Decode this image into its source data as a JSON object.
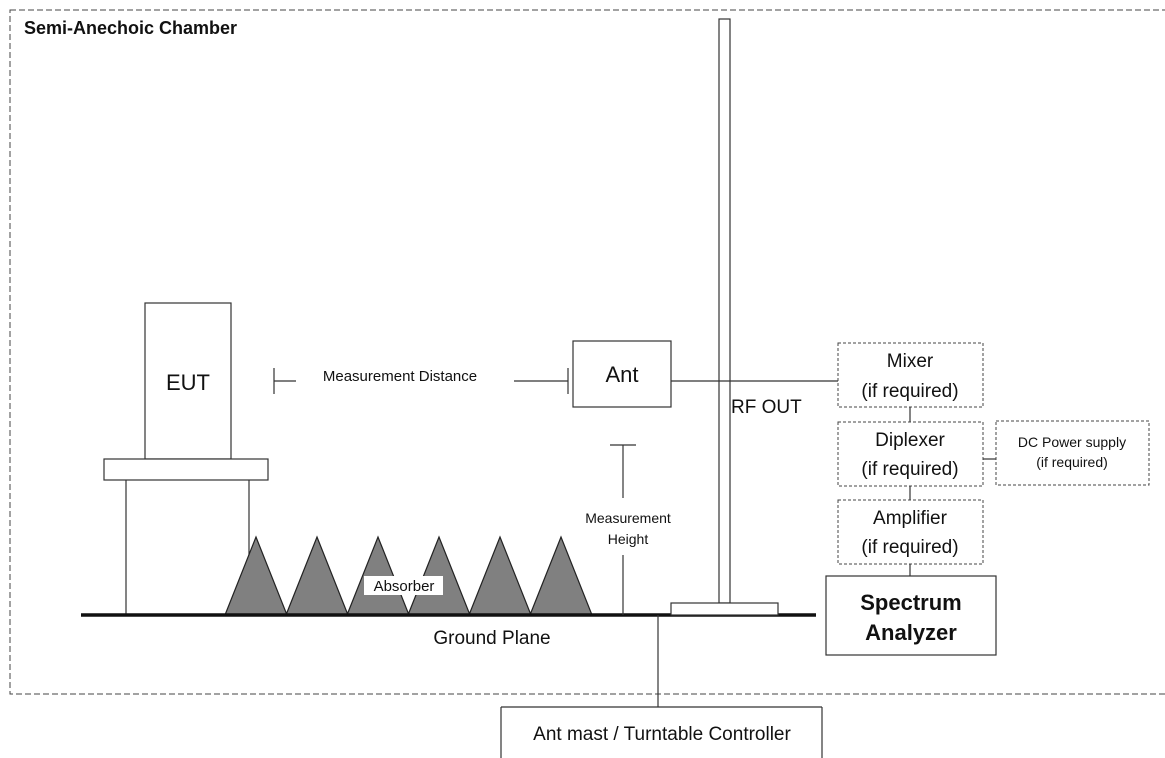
{
  "chamber": {
    "title": "Semi-Anechoic Chamber"
  },
  "eut": {
    "label": "EUT"
  },
  "antenna": {
    "label": "Ant"
  },
  "rf_out": {
    "label": "RF OUT"
  },
  "measurement_distance": {
    "label": "Measurement  Distance"
  },
  "measurement_height": {
    "line1": "Measurement",
    "line2": "Height"
  },
  "absorber": {
    "label": "Absorber",
    "count": 6
  },
  "ground_plane": {
    "label": "Ground Plane"
  },
  "mixer": {
    "line1": "Mixer",
    "line2": "(if required)"
  },
  "diplexer": {
    "line1": "Diplexer",
    "line2": "(if required)"
  },
  "dc_power": {
    "line1": "DC Power supply",
    "line2": "(if required)"
  },
  "amplifier": {
    "line1": "Amplifier",
    "line2": "(if required)"
  },
  "spectrum_analyzer": {
    "line1": "Spectrum",
    "line2": "Analyzer"
  },
  "controller": {
    "label": "Ant mast / Turntable Controller"
  },
  "colors": {
    "absorber_fill": "#808080",
    "line": "#333333",
    "background": "#ffffff"
  }
}
